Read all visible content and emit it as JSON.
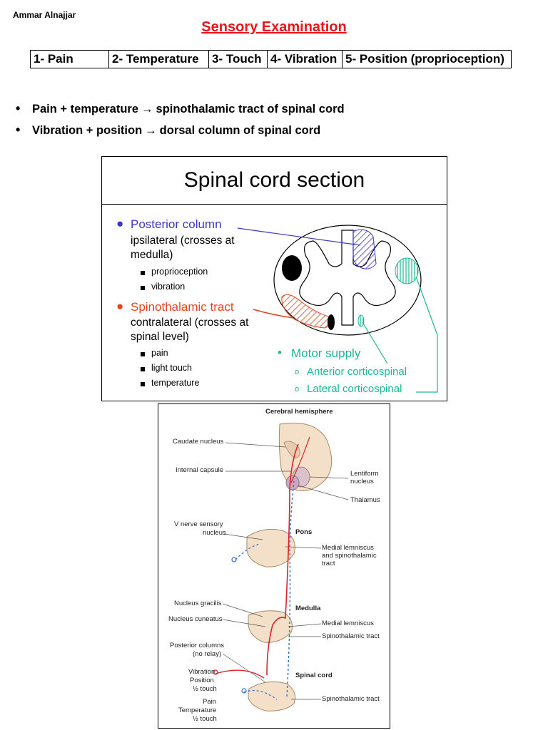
{
  "author": "Ammar Alnajjar",
  "title": "Sensory Examination",
  "modalities": [
    "1- Pain",
    "2- Temperature",
    "3- Touch",
    "4- Vibration",
    "5- Position (proprioception)"
  ],
  "bullets": [
    {
      "left": "Pain + temperature",
      "arrow": "→",
      "right": "spinothalamic tract of spinal cord"
    },
    {
      "left": "Vibration + position",
      "arrow": "→",
      "right": "dorsal column of spinal cord"
    }
  ],
  "slide": {
    "title": "Spinal cord section",
    "posterior": {
      "heading": "Posterior column",
      "line1": "ipsilateral (crosses at",
      "line2": "medulla)",
      "items": [
        "proprioception",
        "vibration"
      ]
    },
    "spinothalamic": {
      "heading": "Spinothalamic tract",
      "line1": "contralateral (crosses at",
      "line2": "spinal level)",
      "items": [
        "pain",
        "light touch",
        "temperature"
      ]
    },
    "motor": {
      "heading": "Motor supply",
      "items": [
        "Anterior corticospinal",
        "Lateral corticospinal"
      ]
    },
    "colors": {
      "posterior": "#3b37c8",
      "spinothalamic": "#e8441c",
      "motor": "#1ab79a"
    }
  },
  "figure": {
    "title": "Cerebral hemisphere",
    "labels": {
      "caudate": "Caudate nucleus",
      "internal_capsule": "Internal capsule",
      "lentiform1": "Lentiform",
      "lentiform2": "nucleus",
      "thalamus": "Thalamus",
      "vnerve1": "V nerve sensory",
      "vnerve2": "nucleus",
      "pons": "Pons",
      "ml_st1": "Medial lemniscus",
      "ml_st2": "and spinothalamic",
      "ml_st3": "tract",
      "gracilis": "Nucleus gracilis",
      "cuneatus": "Nucleus cuneatus",
      "medulla": "Medulla",
      "medial_lemniscus": "Medial lemniscus",
      "spinothalamic_tract_1": "Spinothalamic tract",
      "posterior_columns1": "Posterior columns",
      "posterior_columns2": "(no relay)",
      "vibration": "Vibration",
      "position": "Position",
      "half_touch_1": "½ touch",
      "pain": "Pain",
      "temperature": "Temperature",
      "half_touch_2": "½ touch",
      "spinal_cord": "Spinal cord",
      "spinothalamic_tract_2": "Spinothalamic tract"
    }
  }
}
